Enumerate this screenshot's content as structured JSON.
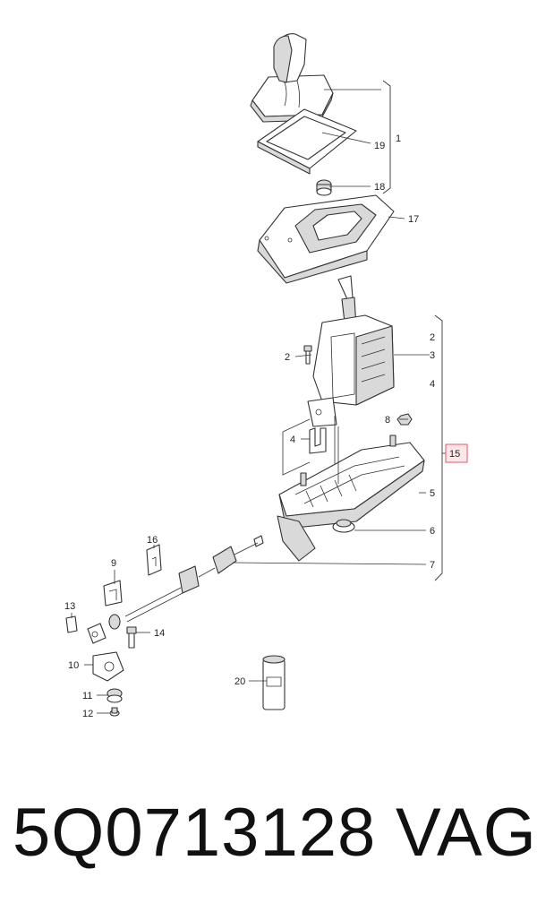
{
  "callouts": {
    "c1": "1",
    "c19": "19",
    "c18": "18",
    "c17": "17",
    "c2a": "2",
    "c3": "3",
    "c4a": "4",
    "c2b": "2",
    "c8": "8",
    "c4b": "4",
    "c15": "15",
    "c5": "5",
    "c6": "6",
    "c7": "7",
    "c16": "16",
    "c9": "9",
    "c13": "13",
    "c14": "14",
    "c10": "10",
    "c11": "11",
    "c12": "12",
    "c20": "20"
  },
  "footer": {
    "part_number": "5Q0713128",
    "brand": "VAG"
  },
  "colors": {
    "line": "#333333",
    "highlight_box": "#e05a6a",
    "text": "#111111"
  }
}
